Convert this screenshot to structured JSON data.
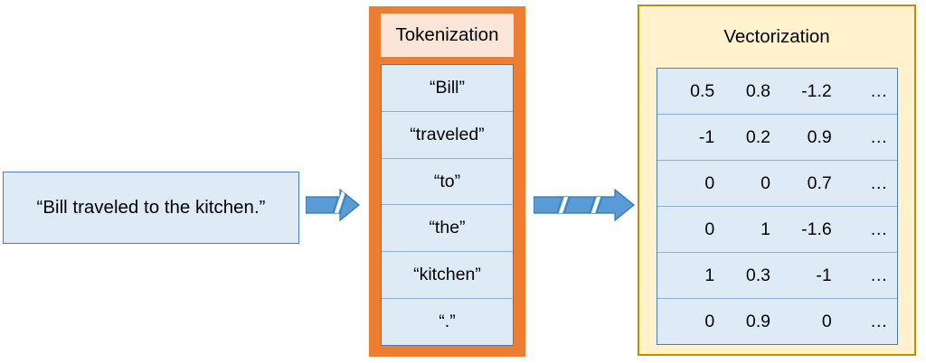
{
  "input": {
    "sentence": "“Bill traveled to the kitchen.”"
  },
  "arrows": {
    "first": "block-arrow-right-icon",
    "second": "block-arrow-right-icon"
  },
  "tokenization": {
    "title": "Tokenization",
    "tokens": [
      "“Bill”",
      "“traveled”",
      "“to”",
      "“the”",
      "“kitchen”",
      "“.”"
    ]
  },
  "vectorization": {
    "title": "Vectorization",
    "ellipsis": "…",
    "rows": [
      [
        "0.5",
        "0.8",
        "-1.2",
        "…"
      ],
      [
        "-1",
        "0.2",
        "0.9",
        "…"
      ],
      [
        "0",
        "0",
        "0.7",
        "…"
      ],
      [
        "0",
        "1",
        "-1.6",
        "…"
      ],
      [
        "1",
        "0.3",
        "-1",
        "…"
      ],
      [
        "0",
        "0.9",
        "0",
        "…"
      ]
    ]
  },
  "colors": {
    "box_fill": "#DEEAF6",
    "box_border": "#4A7EBB",
    "orange": "#ED7D31",
    "peach": "#FBE5D6",
    "yellow": "#FFF2CC",
    "gold_border": "#BF9000",
    "arrow_blue": "#5B9BD5"
  }
}
